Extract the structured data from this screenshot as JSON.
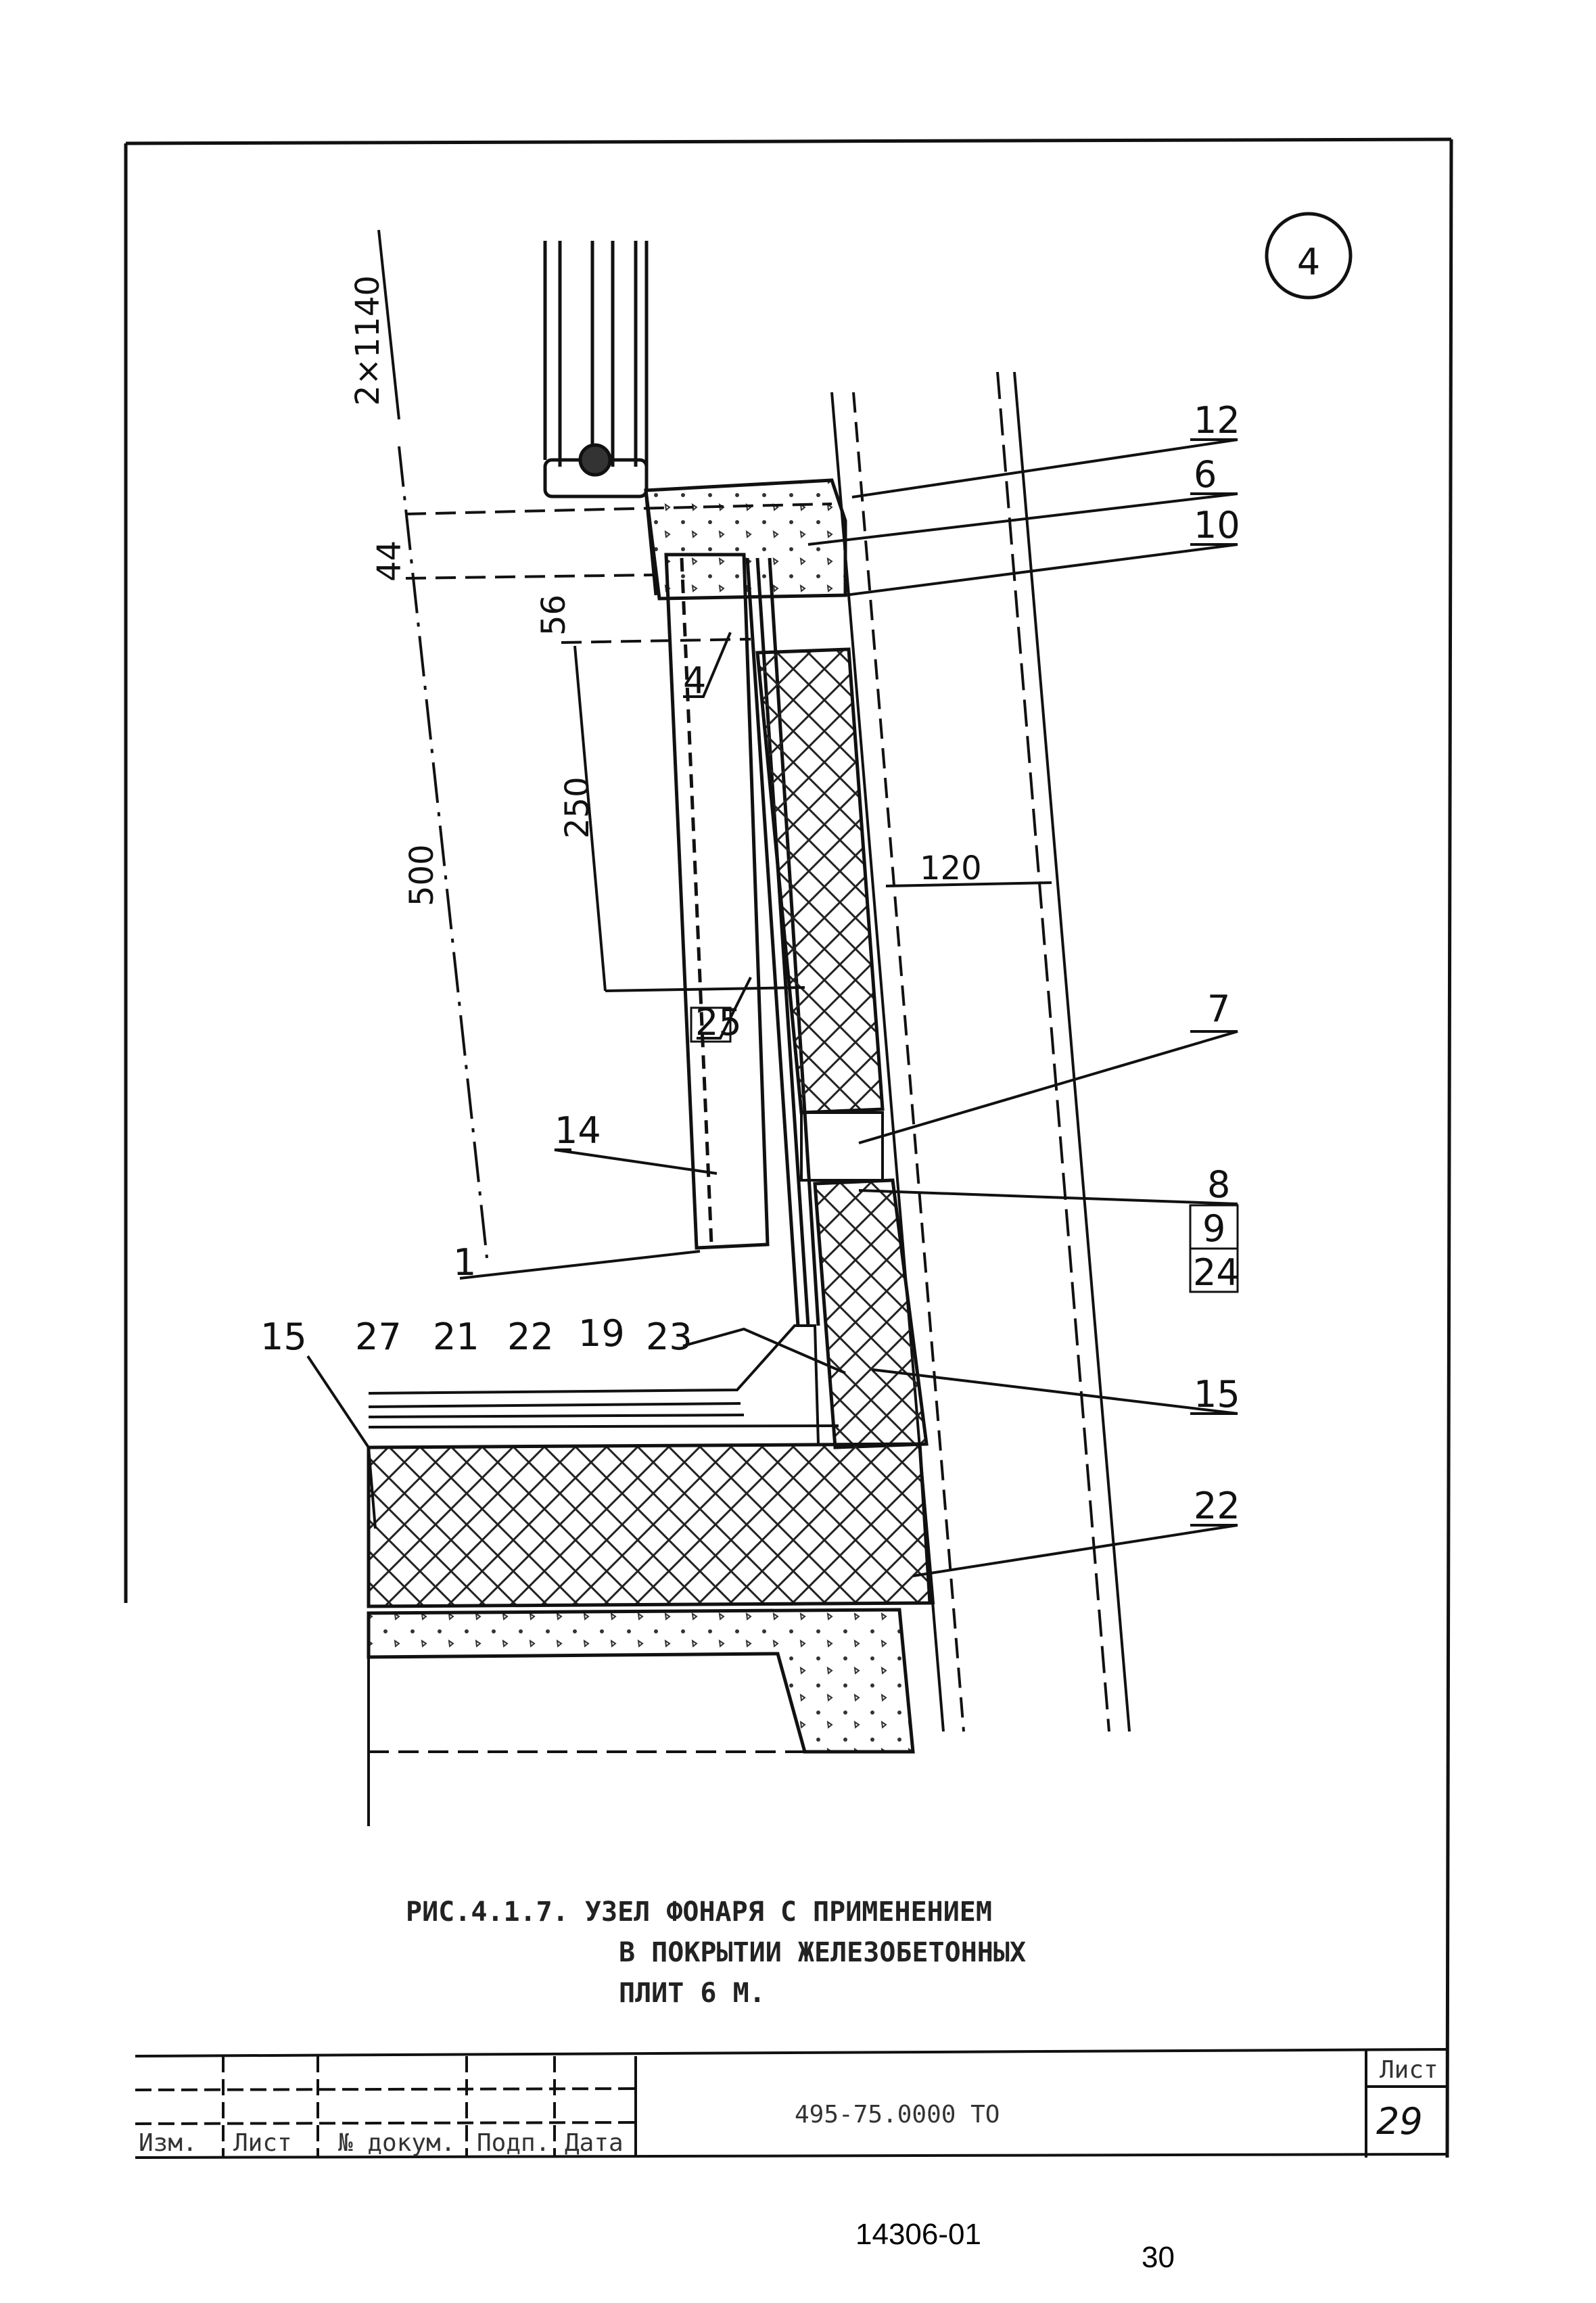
{
  "detail_mark": "4",
  "dimensions": {
    "d1": "2×1140",
    "d2": "44",
    "d3": "56",
    "d4": "250",
    "d5": "500",
    "d6": "120"
  },
  "callouts": {
    "c12": "12",
    "c6": "6",
    "c10": "10",
    "c4": "4",
    "c25": "25",
    "c7": "7",
    "c14": "14",
    "c8": "8",
    "c9": "9",
    "c24": "24",
    "c1": "1",
    "c15a": "15",
    "c27": "27",
    "c21": "21",
    "c22a": "22",
    "c19": "19",
    "c23": "23",
    "c15b": "15",
    "c22b": "22"
  },
  "caption": {
    "line1": "РИС.4.1.7.  УЗЕЛ ФОНАРЯ  С ПРИМЕНЕНИЕМ",
    "line2": "В ПОКРЫТИИ  ЖЕЛЕЗОБЕТОННЫХ",
    "line3": "ПЛИТ  6 М."
  },
  "title_block": {
    "doc_code": "495-75.0000 ТО",
    "sheet_label": "Лист",
    "sheet_number": "29",
    "col_headers": [
      "Изм.",
      "Лист",
      "№ докум.",
      "Подп.",
      "Дата"
    ]
  },
  "footer": {
    "archive_number": "14306-01",
    "page_number": "30"
  }
}
